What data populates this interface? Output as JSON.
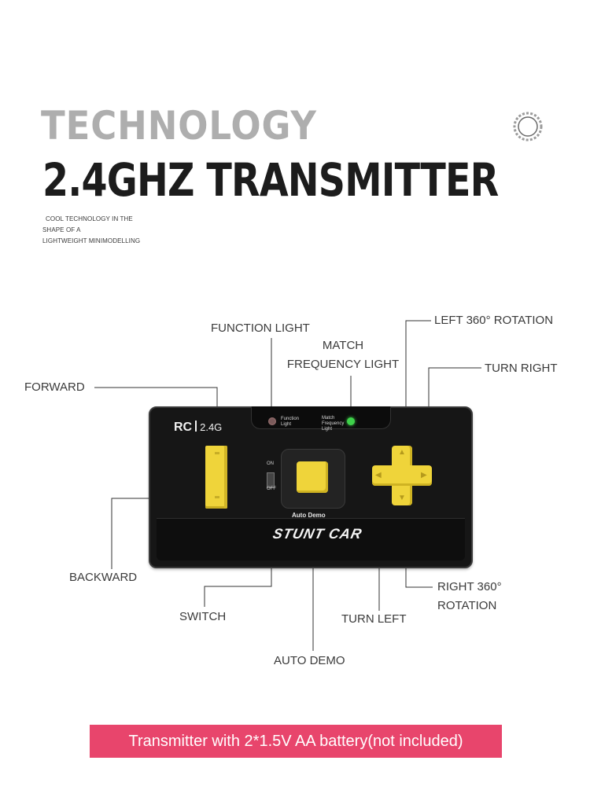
{
  "heading": {
    "eyebrow": "TECHNOLOGY",
    "title": "2.4GHZ TRANSMITTER",
    "description_lines": [
      "COOL TECHNOLOGY IN THE",
      "SHAPE OF A",
      "LIGHTWEIGHT MINIMODELLING"
    ]
  },
  "icons": [
    "brand-ring-icon",
    "dpad-arrow-icons"
  ],
  "callouts": {
    "function_light": "FUNCTION LIGHT",
    "match_frequency_light": [
      "MATCH",
      "FREQUENCY LIGHT"
    ],
    "left_360_rotation": "LEFT 360° ROTATION",
    "turn_right": "TURN RIGHT",
    "forward": "FORWARD",
    "backward": "BACKWARD",
    "switch": "SWITCH",
    "turn_left": "TURN LEFT",
    "right_360_rotation": [
      "RIGHT 360°",
      "ROTATION"
    ],
    "auto_demo": "AUTO DEMO"
  },
  "remote": {
    "brand": "RC",
    "frequency": "2.4G",
    "function_light_label": [
      "Function",
      "Light"
    ],
    "match_light_label": [
      "Match",
      "Frequency",
      "Light"
    ],
    "switch_on": "ON",
    "switch_off": "OFF",
    "auto_demo_label": "Auto Demo",
    "product_logo": "STUNT CAR"
  },
  "banner": {
    "text": "Transmitter with 2*1.5V AA battery(not included)"
  },
  "colors": {
    "heading_gray": "#aeaeae",
    "heading_dark": "#1c1c1c",
    "remote_body": "#161616",
    "button_yellow": "#efd43a",
    "match_led_green": "#3ed14a",
    "banner_pink": "#e8456c"
  }
}
